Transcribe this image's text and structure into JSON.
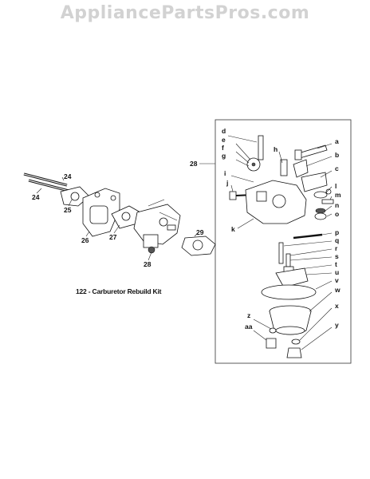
{
  "header": {
    "watermark": "AppliancePartsPros.com"
  },
  "diagram": {
    "caption": "122 - Carburetor Rebuild Kit",
    "left_labels": [
      "24",
      "24",
      "25",
      "26",
      "27",
      "28",
      "29"
    ],
    "main_callout": "28",
    "detail_labels": [
      "a",
      "b",
      "c",
      "d",
      "e",
      "f",
      "g",
      "h",
      "i",
      "j",
      "k",
      "l",
      "m",
      "n",
      "o",
      "p",
      "q",
      "r",
      "s",
      "t",
      "u",
      "v",
      "w",
      "x",
      "y",
      "z",
      "aa"
    ]
  }
}
